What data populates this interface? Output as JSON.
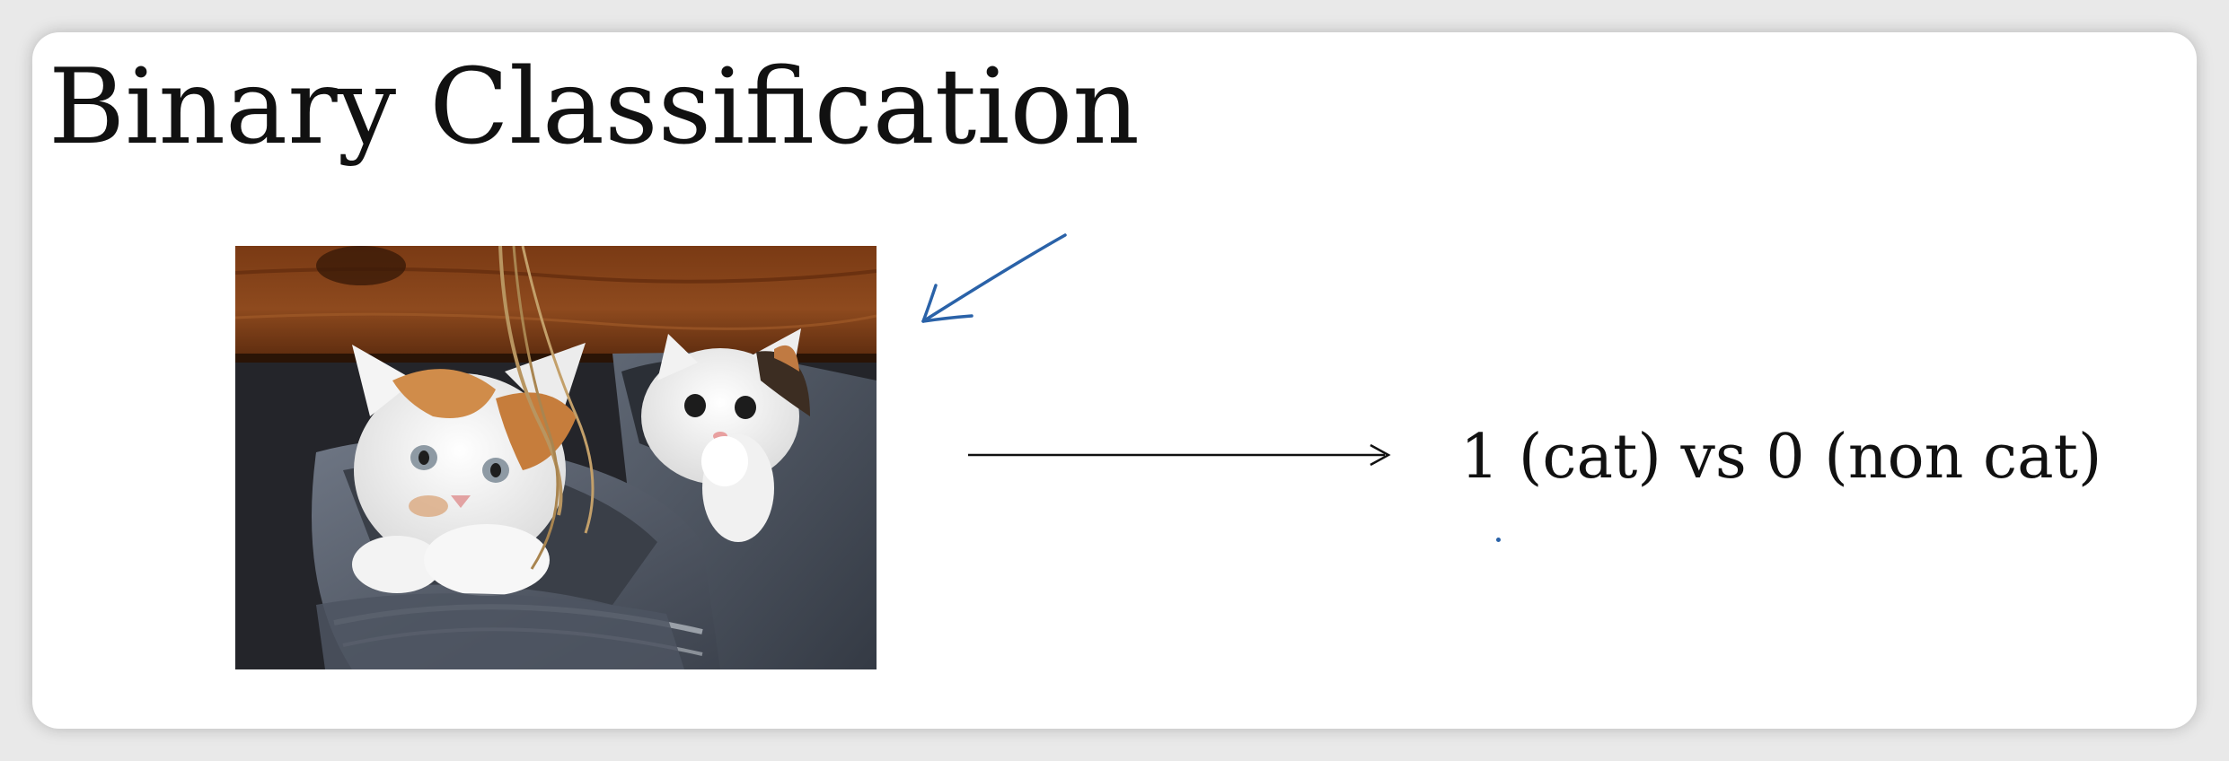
{
  "slide": {
    "title": "Binary Classification",
    "label": "1 (cat) vs 0 (non cat)"
  },
  "colors": {
    "background": "#e9e9e9",
    "card": "#ffffff",
    "text": "#111111",
    "pen": "#2a62a8"
  },
  "image": {
    "subject": "two-kittens-in-shoes-photo"
  }
}
